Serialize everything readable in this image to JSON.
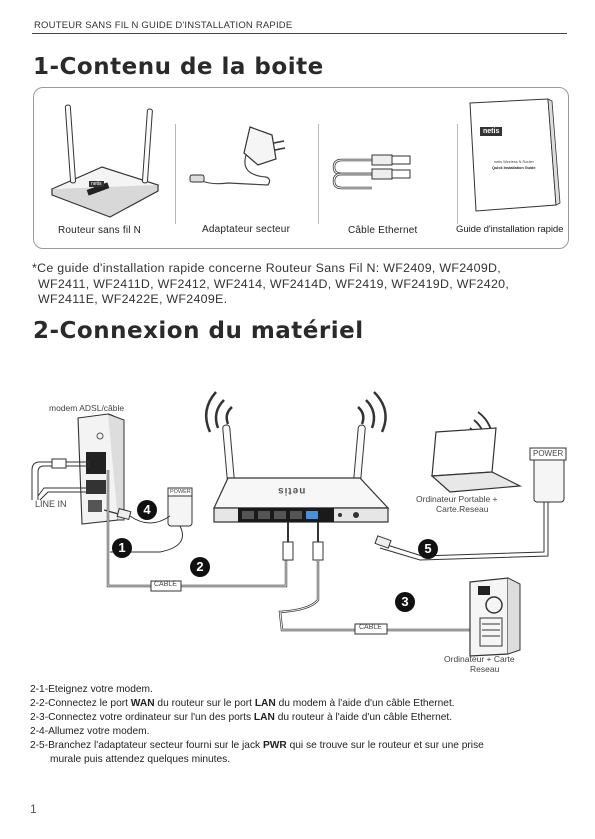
{
  "header": {
    "running_title": "ROUTEUR SANS FIL N GUIDE D'INSTALLATION RAPIDE"
  },
  "section1": {
    "title": "1-Contenu de la boite",
    "items": [
      {
        "label": "Routeur sans fil N"
      },
      {
        "label": "Adaptateur secteur"
      },
      {
        "label": "Câble Ethernet"
      },
      {
        "label": "Guide d'installation rapide"
      }
    ],
    "router_brand": "netis",
    "guide_cover": {
      "brand": "netis",
      "line1": "netis Wireless N Router",
      "line2": "Quick Installation Guide"
    }
  },
  "note": {
    "lines": [
      "*Ce guide d'installation rapide concerne Routeur Sans Fil N: WF2409, WF2409D,",
      "WF2411, WF2411D, WF2412, WF2414, WF2414D, WF2419, WF2419D, WF2420,",
      "WF2411E, WF2422E, WF2409E."
    ]
  },
  "section2": {
    "title": "2-Connexion du matériel",
    "labels": {
      "modem": "modem ADSL/câble",
      "line_in": "LINE IN",
      "power_small": "POWER",
      "power_large": "POWER",
      "laptop_line1": "Ordinateur Portable +",
      "laptop_line2": "Carte.Reseau",
      "pc_line1": "Ordinateur + Carte",
      "pc_line2": "Reseau",
      "cable_1": "CABLE",
      "cable_2": "CABLE",
      "router_brand": "netis"
    },
    "badges": [
      "1",
      "2",
      "3",
      "4",
      "5"
    ]
  },
  "steps": [
    {
      "pre": "2-1-Eteignez votre modem.",
      "b1": "",
      "mid": "",
      "b2": "",
      "post": ""
    },
    {
      "pre": "2-2-Connectez le port ",
      "b1": "WAN",
      "mid": " du routeur sur le port ",
      "b2": "LAN",
      "post": " du modem à l'aide d'un câble Ethernet."
    },
    {
      "pre": "2-3-Connectez votre ordinateur sur l'un des ports ",
      "b1": "LAN",
      "mid": " du routeur à l'aide d'un câble Ethernet.",
      "b2": "",
      "post": ""
    },
    {
      "pre": "2-4-Allumez votre modem.",
      "b1": "",
      "mid": "",
      "b2": "",
      "post": ""
    },
    {
      "pre": "2-5-Branchez l'adaptateur secteur fourni sur le jack ",
      "b1": "PWR",
      "mid": " qui se trouve sur le routeur et sur une prise",
      "b2": "",
      "post": ""
    },
    {
      "pre": "murale puis attendez quelques minutes.",
      "b1": "",
      "mid": "",
      "b2": "",
      "post": ""
    }
  ],
  "footer": {
    "page_number": "1"
  }
}
